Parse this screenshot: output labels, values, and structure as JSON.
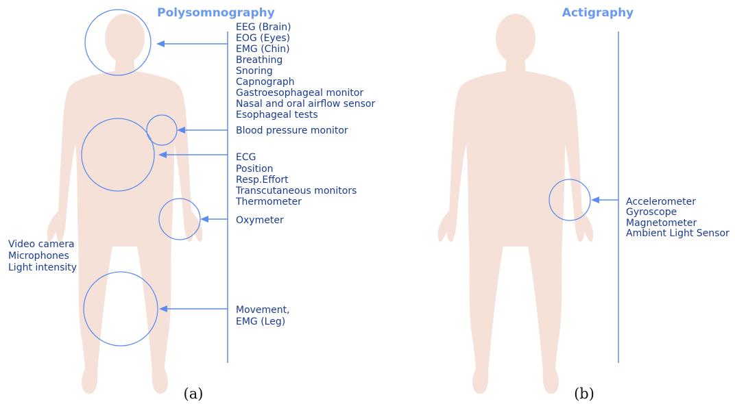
{
  "panel_a": {
    "title": "Polysomnography",
    "caption": "(a)",
    "head_sensors": [
      "EEG (Brain)",
      "EOG (Eyes)",
      "EMG (Chin)",
      "Breathing",
      "Snoring",
      "Capnograph",
      "Gastroesophageal monitor",
      "Nasal and oral airflow sensor",
      "Esophageal tests"
    ],
    "arm_sensor": "Blood pressure monitor",
    "torso_sensors": [
      "ECG",
      "Position",
      "Resp.Effort",
      "Transcutaneous monitors",
      "Thermometer"
    ],
    "hand_sensor": "Oxymeter",
    "ambient_sensors": [
      "Video camera",
      "Microphones",
      "Light intensity"
    ],
    "leg_sensors": [
      "Movement,",
      "EMG (Leg)"
    ]
  },
  "panel_b": {
    "title": "Actigraphy",
    "caption": "(b)",
    "wrist_sensors": [
      "Accelerometer",
      "Gyroscope",
      "Magnetometer",
      "Ambient Light Sensor"
    ]
  },
  "colors": {
    "body": "#f6e1d8",
    "ring": "#5b8cf0",
    "label": "#1a3a8f",
    "title": "#6a9af0"
  }
}
